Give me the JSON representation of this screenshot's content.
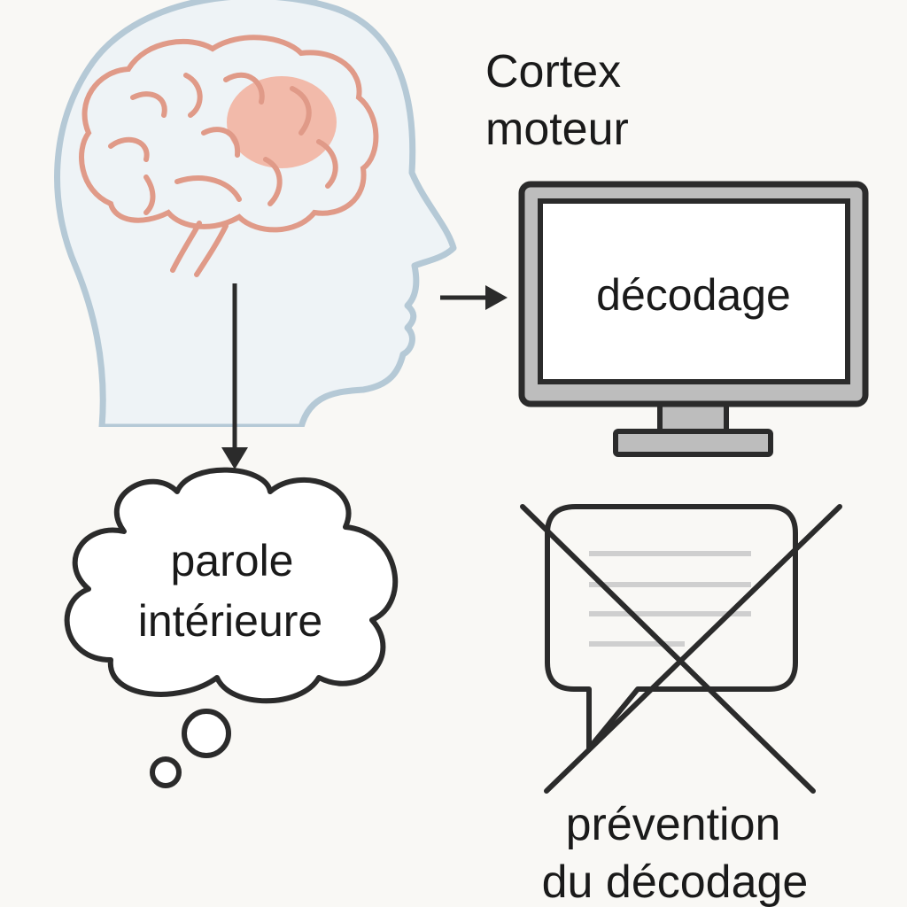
{
  "labels": {
    "region": [
      "Cortex",
      "moteur"
    ],
    "screen": "décodage",
    "thought": [
      "parole",
      "intérieure"
    ],
    "prevention": [
      "prévention",
      "du décodage"
    ]
  },
  "colors": {
    "background": "#f9f8f5",
    "head_fill": "#eef3f6",
    "head_stroke": "#b5c9d6",
    "brain_stroke": "#e09a88",
    "brain_highlight": "#f2b4a2",
    "ink": "#2b2b2b",
    "monitor_frame": "#bdbdbd",
    "text_lines": "#cfcfcf"
  }
}
